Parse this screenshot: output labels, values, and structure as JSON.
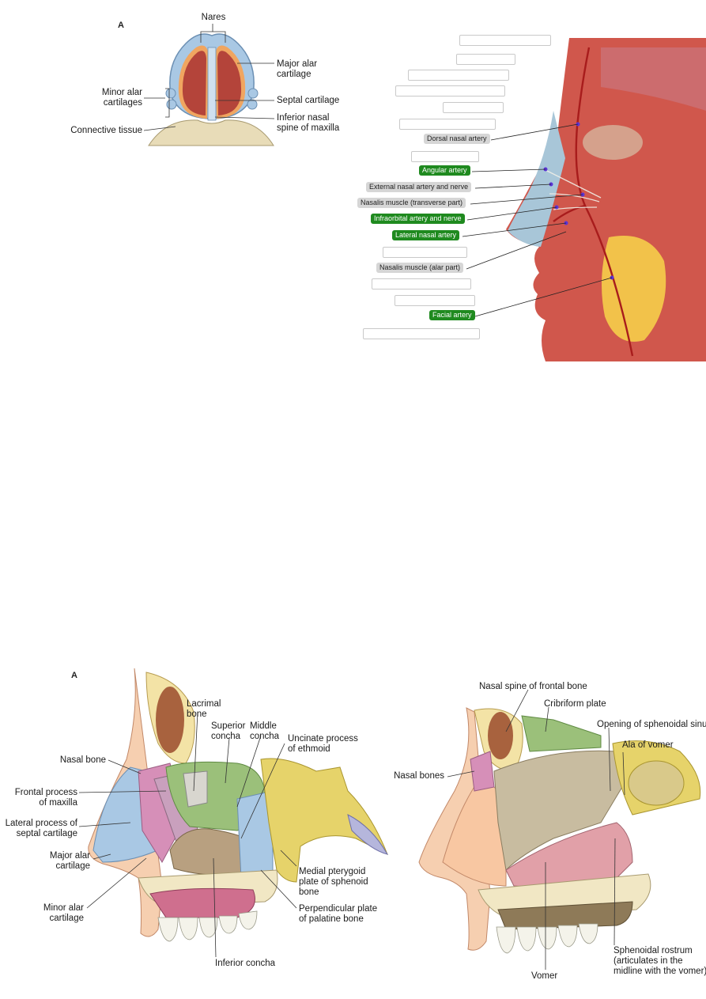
{
  "panel_top": {
    "letter": "A",
    "labels": {
      "nares": "Nares",
      "major_alar": "Major alar\ncartilage",
      "minor_alar": "Minor alar\ncartilages",
      "septal": "Septal cartilage",
      "inferior_spine": "Inferior nasal\nspine of maxilla",
      "connective": "Connective tissue"
    }
  },
  "panel_face": {
    "labels": {
      "dorsal": "Dorsal nasal artery",
      "angular": "Angular artery",
      "external": "External nasal artery and nerve",
      "nasalis_transverse": "Nasalis muscle (transverse part)",
      "infraorbital": "Infraorbital artery and nerve",
      "lateral": "Lateral nasal artery",
      "nasalis_alar": "Nasalis muscle (alar part)",
      "facial": "Facial artery"
    },
    "colors": {
      "gray_tag": "#d6d6d6",
      "green_tag": "#1f8a1f"
    }
  },
  "panel_lower_left": {
    "letter": "A",
    "labels": {
      "lacrimal": "Lacrimal\nbone",
      "superior_concha": "Superior\nconcha",
      "middle_concha": "Middle\nconcha",
      "uncinate": "Uncinate process\nof ethmoid",
      "nasal_bone": "Nasal bone",
      "frontal_process": "Frontal process\nof maxilla",
      "lateral_process": "Lateral process of\nseptal cartilage",
      "major_alar": "Major alar\ncartilage",
      "minor_alar": "Minor alar\ncartilage",
      "medial_pterygoid": "Medial pterygoid\nplate of sphenoid\nbone",
      "perpendicular": "Perpendicular plate\nof palatine bone",
      "inferior_concha": "Inferior concha"
    }
  },
  "panel_lower_right": {
    "labels": {
      "nasal_spine": "Nasal spine of frontal bone",
      "cribriform": "Cribriform plate",
      "opening_sphenoidal": "Opening of sphenoidal sinus",
      "ala_vomer": "Ala of vomer",
      "nasal_bones": "Nasal bones",
      "sphenoidal_rostrum": "Sphenoidal rostrum\n(articulates in the\nmidline with the vomer)",
      "vomer": "Vomer"
    }
  }
}
